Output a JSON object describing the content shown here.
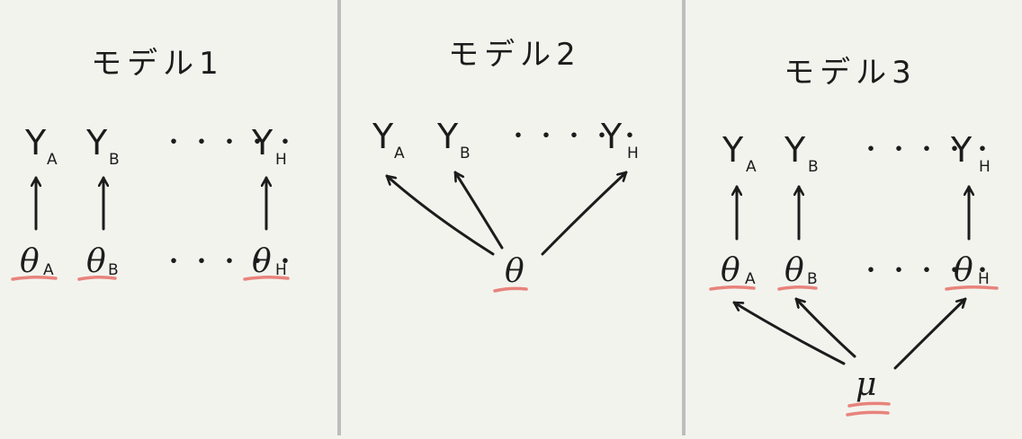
{
  "colors": {
    "background": "#f3f3ee",
    "ink": "#1c1c1c",
    "underline": "#e8837b",
    "divider": "#bdbdbd"
  },
  "dots": "・・・・・",
  "panels": [
    {
      "title": "モデル1",
      "y_vars": [
        {
          "sym": "Y",
          "sub": "A"
        },
        {
          "sym": "Y",
          "sub": "B"
        },
        {
          "sym": "Y",
          "sub": "H"
        }
      ],
      "theta_vars": [
        {
          "sym": "θ",
          "sub": "A"
        },
        {
          "sym": "θ",
          "sub": "B"
        },
        {
          "sym": "θ",
          "sub": "H"
        }
      ]
    },
    {
      "title": "モデル2",
      "y_vars": [
        {
          "sym": "Y",
          "sub": "A"
        },
        {
          "sym": "Y",
          "sub": "B"
        },
        {
          "sym": "Y",
          "sub": "H"
        }
      ],
      "theta": {
        "sym": "θ"
      }
    },
    {
      "title": "モデル3",
      "y_vars": [
        {
          "sym": "Y",
          "sub": "A"
        },
        {
          "sym": "Y",
          "sub": "B"
        },
        {
          "sym": "Y",
          "sub": "H"
        }
      ],
      "theta_vars": [
        {
          "sym": "θ",
          "sub": "A"
        },
        {
          "sym": "θ",
          "sub": "B"
        },
        {
          "sym": "θ",
          "sub": "H"
        }
      ],
      "mu": {
        "sym": "μ"
      }
    }
  ]
}
